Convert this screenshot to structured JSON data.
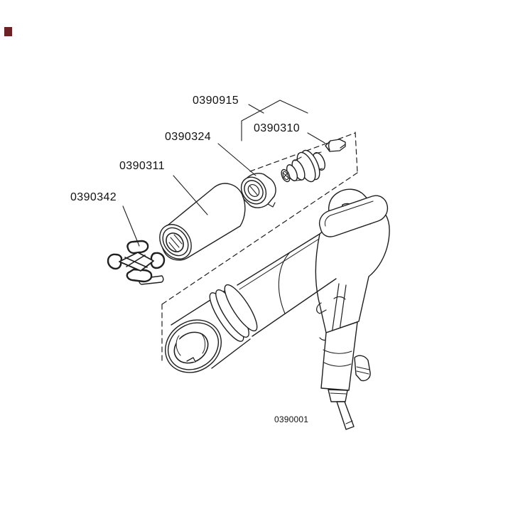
{
  "document": {
    "type": "exploded-parts-diagram",
    "background_color": "#ffffff",
    "line_color": "#1f1f1f",
    "marker_color": "#6e2124"
  },
  "part_labels": {
    "nozzle_assembly": "0390915",
    "nozzle_cap": "0390324",
    "electrode_holder": "0390310",
    "nozzle_sleeve": "0390311",
    "spider": "0390342",
    "gun_body": "0390001"
  }
}
